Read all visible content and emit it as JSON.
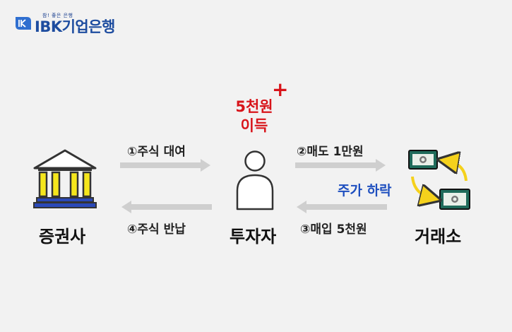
{
  "brand": {
    "tagline": "참! 좋은 은행",
    "name": "IBK기업은행"
  },
  "nodes": {
    "broker": "증권사",
    "investor": "투자자",
    "exchange": "거래소"
  },
  "steps": {
    "step1": "①주식 대여",
    "step2": "②매도 1만원",
    "step3": "③매입 5천원",
    "step4": "④주식 반납"
  },
  "profit": {
    "line1": "5천원",
    "line2": "이득",
    "sign": "+"
  },
  "price_note": "주가 하락",
  "colors": {
    "background": "#f2f2f2",
    "arrow": "#cfcfcf",
    "profit_red": "#d8141a",
    "note_blue": "#1e4fbf",
    "bank_yellow": "#f5e61c",
    "bank_blue": "#2a49b8",
    "cash_green": "#1f6b5a",
    "brand_blue": "#1d4c9f"
  },
  "icons": [
    "ibk-logo-icon",
    "bank-building-icon",
    "person-icon",
    "cash-exchange-icon"
  ]
}
